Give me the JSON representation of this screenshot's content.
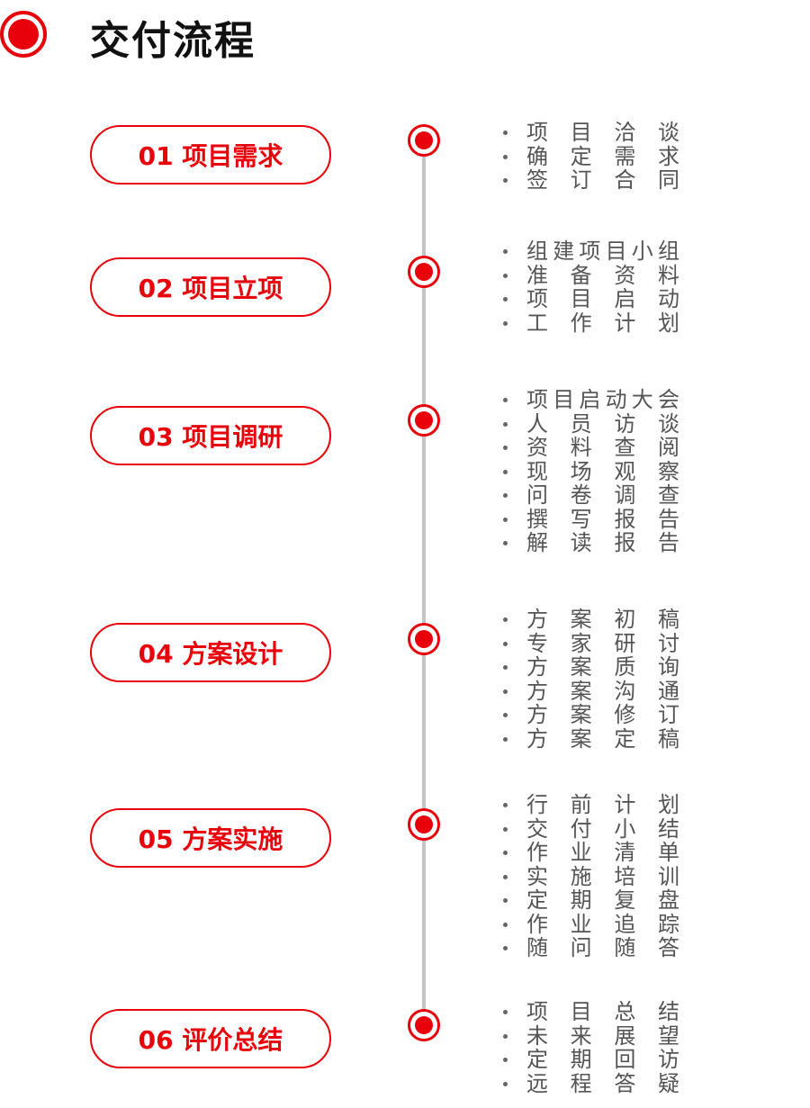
{
  "header": {
    "title": "交付流程",
    "icon": "record-dot-icon",
    "accent_color": "#e8000b"
  },
  "stages": [
    {
      "number": "01",
      "label": "01 项目需求",
      "tasks": [
        "项目洽谈",
        "确定需求",
        "签订合同"
      ]
    },
    {
      "number": "02",
      "label": "02 项目立项",
      "tasks": [
        "组建项目小组",
        "准备资料",
        "项目启动",
        "工作计划"
      ]
    },
    {
      "number": "03",
      "label": "03 项目调研",
      "tasks": [
        "项目启动大会",
        "人员访谈",
        "资料查阅",
        "现场观察",
        "问卷调查",
        "撰写报告",
        "解读报告"
      ]
    },
    {
      "number": "04",
      "label": "04 方案设计",
      "tasks": [
        "方案初稿",
        "专家研讨",
        "方案质询",
        "方案沟通",
        "方案修订",
        "方案定稿"
      ]
    },
    {
      "number": "05",
      "label": "05 方案实施",
      "tasks": [
        "行前计划",
        "交付小结",
        "作业清单",
        "实施培训",
        "定期复盘",
        "作业追踪",
        "随问随答"
      ]
    },
    {
      "number": "06",
      "label": "06 评价总结",
      "tasks": [
        "项目总结",
        "未来展望",
        "定期回访",
        "远程答疑"
      ]
    }
  ]
}
